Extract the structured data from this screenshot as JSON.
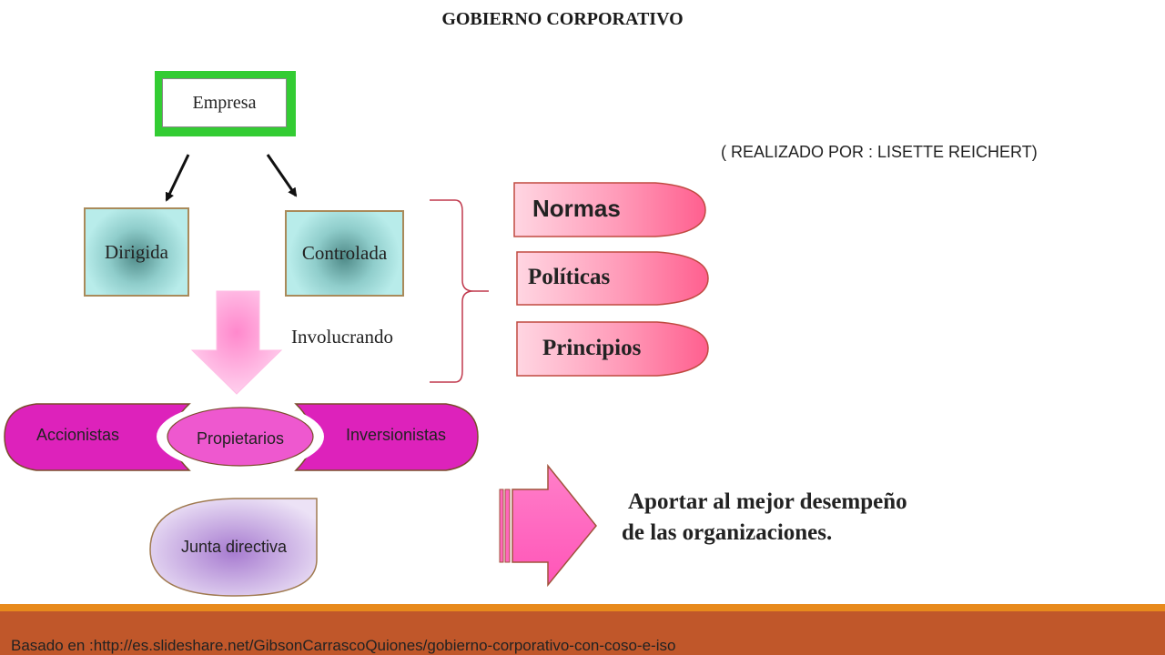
{
  "title": "GOBIERNO CORPORATIVO",
  "author": "( REALIZADO POR : LISETTE REICHERT)",
  "nodes": {
    "empresa": "Empresa",
    "dirigida": "Dirigida",
    "controlada": "Controlada",
    "involucrando": "Involucrando",
    "normas": "Normas",
    "politicas": "Políticas",
    "principios": "Principios",
    "accionistas": "Accionistas",
    "propietarios": "Propietarios",
    "inversionistas": "Inversionistas",
    "junta": "Junta directiva"
  },
  "conclusion": {
    "line1": "Aportar al mejor desempeño",
    "line2": "de las organizaciones."
  },
  "footer": {
    "source": "Basado en :http://es.slideshare.net/GibsonCarrascoQuiones/gobierno-corporativo-con-coso-e-iso"
  },
  "colors": {
    "green": "#33cc33",
    "teal": "#8fcdcb",
    "pink": "#ff88b0",
    "magenta": "#dd22bb",
    "lavender": "#c8a8e0",
    "footer_orange": "#e88a1c",
    "footer_brown": "#c0572a"
  }
}
